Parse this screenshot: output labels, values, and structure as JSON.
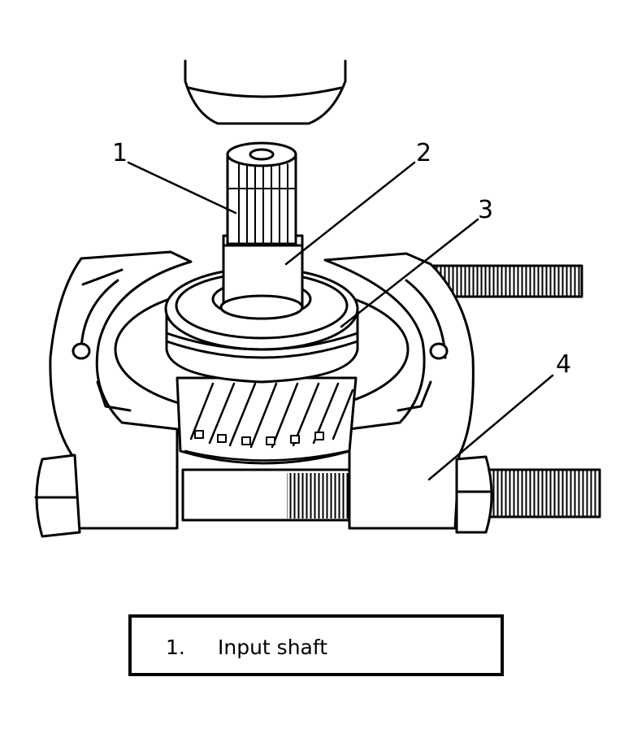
{
  "callouts": [
    {
      "number": "1"
    },
    {
      "number": "2"
    },
    {
      "number": "3"
    },
    {
      "number": "4"
    }
  ],
  "legend": {
    "items": [
      {
        "number": "1.",
        "label": "Input shaft"
      }
    ]
  }
}
